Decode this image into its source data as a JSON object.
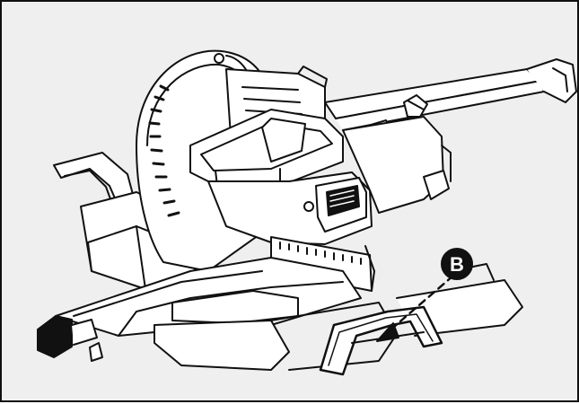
{
  "figure": {
    "background": "#efefef",
    "line_color": "#111111",
    "callout": {
      "label": "B",
      "fill": "#111111",
      "text_color": "#ffffff",
      "points_to": "extension-support-bracket"
    },
    "components": [
      "saw-blade-guard",
      "motor-housing",
      "operating-handle",
      "slide-rails",
      "miter-scale",
      "base-table",
      "extension-support-bracket",
      "bevel-lock-knob",
      "left-extension-handle"
    ]
  }
}
